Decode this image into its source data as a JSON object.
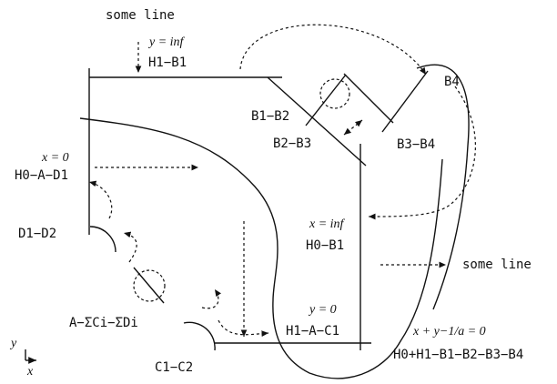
{
  "labels": {
    "some_line_top": "some line",
    "eq_y_inf": "y = inf",
    "h1_b1": "H1−B1",
    "b4": "B4",
    "b1_b2": "B1−B2",
    "b2_b3": "B2−B3",
    "b3_b4": "B3−B4",
    "eq_x_0": "x = 0",
    "h0_a_d1": "H0−A−D1",
    "eq_x_inf": "x = inf",
    "h0_b1": "H0−B1",
    "d1_d2": "D1−D2",
    "some_line_right": "some line",
    "eq_y_0": "y = 0",
    "h1_a_c1": "H1−A−C1",
    "a_sum": "A−ΣCi−ΣDi",
    "eq_bottom": "x + y−1/a = 0",
    "h0_h1_chain": "H0+H1−B1−B2−B3−B4",
    "c1_c2": "C1−C2",
    "axis_y": "y",
    "axis_x": "x"
  },
  "icons": {
    "axes": "xy-axes-icon"
  }
}
